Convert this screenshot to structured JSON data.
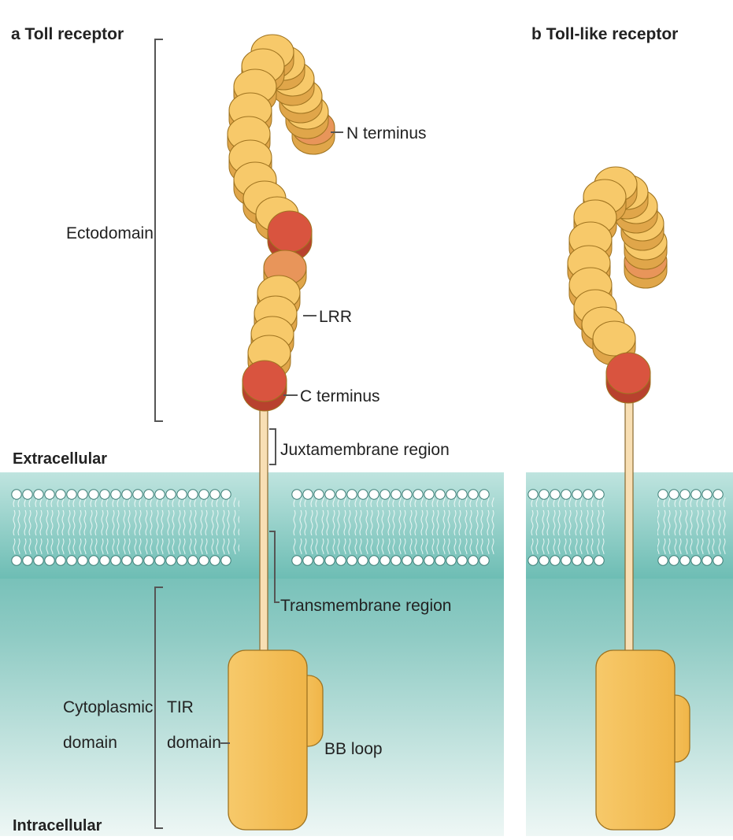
{
  "panels": {
    "a": {
      "letter": "a",
      "title": "Toll receptor"
    },
    "b": {
      "letter": "b",
      "title": "Toll-like receptor"
    }
  },
  "regions": {
    "extracellular": "Extracellular",
    "intracellular": "Intracellular"
  },
  "labels": {
    "ectodomain": "Ectodomain",
    "n_terminus": "N terminus",
    "lrr": "LRR",
    "c_terminus": "C terminus",
    "juxtamembrane": "Juxtamembrane region",
    "transmembrane": "Transmembrane region",
    "cytoplasmic_line1": "Cytoplasmic",
    "cytoplasmic_line2": "domain",
    "tir_line1": "TIR",
    "tir_line2": "domain",
    "bb_loop": "BB loop"
  },
  "colors": {
    "lrr_fill": "#f7c96a",
    "lrr_edge": "#a07420",
    "lrr_orange": "#e8955a",
    "lrr_red": "#d9543f",
    "membrane_top": "#8fcfc8",
    "cytoplasm_top": "#4fb0a6",
    "tir_fill": "#f5c260"
  }
}
